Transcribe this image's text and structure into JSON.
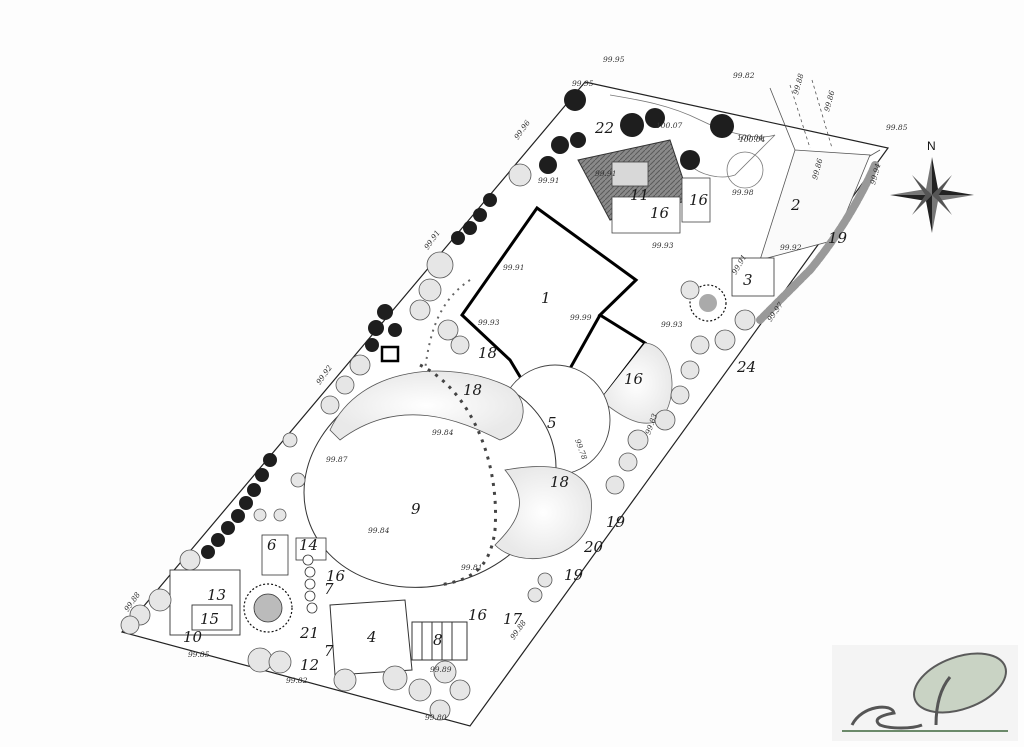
{
  "compass": {
    "label": "N"
  },
  "zone_labels": [
    "1",
    "2",
    "3",
    "4",
    "5",
    "6",
    "7",
    "7",
    "8",
    "9",
    "10",
    "11",
    "12",
    "13",
    "14",
    "15",
    "16",
    "16",
    "16",
    "16",
    "16",
    "17",
    "18",
    "18",
    "18",
    "19",
    "19",
    "19",
    "20",
    "21",
    "22",
    "24"
  ],
  "elevations": [
    "99.95",
    "99.82",
    "99.85",
    "99.88",
    "99.86",
    "99.95",
    "99.96",
    "99.91",
    "99.91",
    "99.91",
    "100.04",
    "99.98",
    "99.93",
    "99.93",
    "99.99",
    "99.92",
    "99.84",
    "99.87",
    "99.84",
    "99.81",
    "99.92",
    "99.91",
    "99.97",
    "99.85",
    "99.82",
    "99.89",
    "99.88",
    "99.93",
    "99.78",
    "99.83",
    "100.07",
    "100.04",
    "99.86",
    "99.88",
    "99.80",
    "99.94",
    "99.91"
  ],
  "colors": {
    "ink": "#111111",
    "shrub_dark": "#1e1e1e",
    "paving": "#7a7a7a",
    "lawn": "#ffffff",
    "path": "#f0f0f0"
  }
}
